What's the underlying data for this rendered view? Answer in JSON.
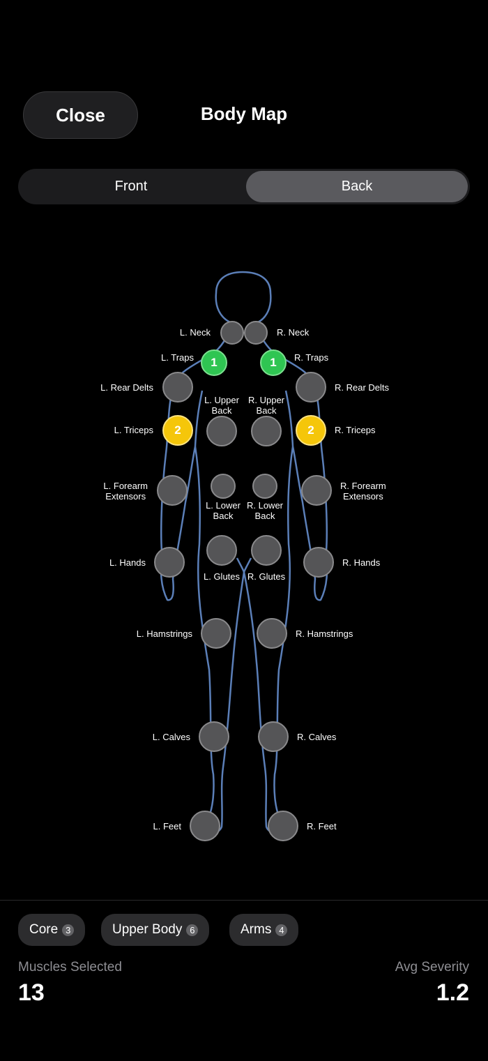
{
  "header": {
    "close_label": "Close",
    "title": "Body Map"
  },
  "view_toggle": {
    "options": [
      "Front",
      "Back"
    ],
    "selected": "Back"
  },
  "markers": [
    {
      "label": "L. Neck",
      "severity": null
    },
    {
      "label": "R. Neck",
      "severity": null
    },
    {
      "label": "L. Traps",
      "severity": "1"
    },
    {
      "label": "R. Traps",
      "severity": "1"
    },
    {
      "label": "L. Rear Delts",
      "severity": null
    },
    {
      "label": "R. Rear Delts",
      "severity": null
    },
    {
      "label": "L. Triceps",
      "severity": "2"
    },
    {
      "label": "R. Triceps",
      "severity": "2"
    },
    {
      "label": "L. Upper\nBack",
      "severity": null
    },
    {
      "label": "R. Upper\nBack",
      "severity": null
    },
    {
      "label": "L. Forearm\nExtensors",
      "severity": null
    },
    {
      "label": "R. Forearm\nExtensors",
      "severity": null
    },
    {
      "label": "L. Lower\nBack",
      "severity": null
    },
    {
      "label": "R. Lower\nBack",
      "severity": null
    },
    {
      "label": "L. Hands",
      "severity": null
    },
    {
      "label": "R. Hands",
      "severity": null
    },
    {
      "label": "L. Glutes",
      "severity": null
    },
    {
      "label": "R. Glutes",
      "severity": null
    },
    {
      "label": "L. Hamstrings",
      "severity": null
    },
    {
      "label": "R. Hamstrings",
      "severity": null
    },
    {
      "label": "L. Calves",
      "severity": null
    },
    {
      "label": "R. Calves",
      "severity": null
    },
    {
      "label": "L. Feet",
      "severity": null
    },
    {
      "label": "R. Feet",
      "severity": null
    }
  ],
  "severity_colors": {
    "1": "#2fc552",
    "2": "#f5c60a"
  },
  "chips": [
    {
      "label": "Core",
      "count": "3"
    },
    {
      "label": "Upper Body",
      "count": "6"
    },
    {
      "label": "Arms",
      "count": "4"
    }
  ],
  "stats": {
    "muscles_selected_label": "Muscles Selected",
    "muscles_selected_value": "13",
    "avg_severity_label": "Avg Severity",
    "avg_severity_value": "1.2"
  }
}
